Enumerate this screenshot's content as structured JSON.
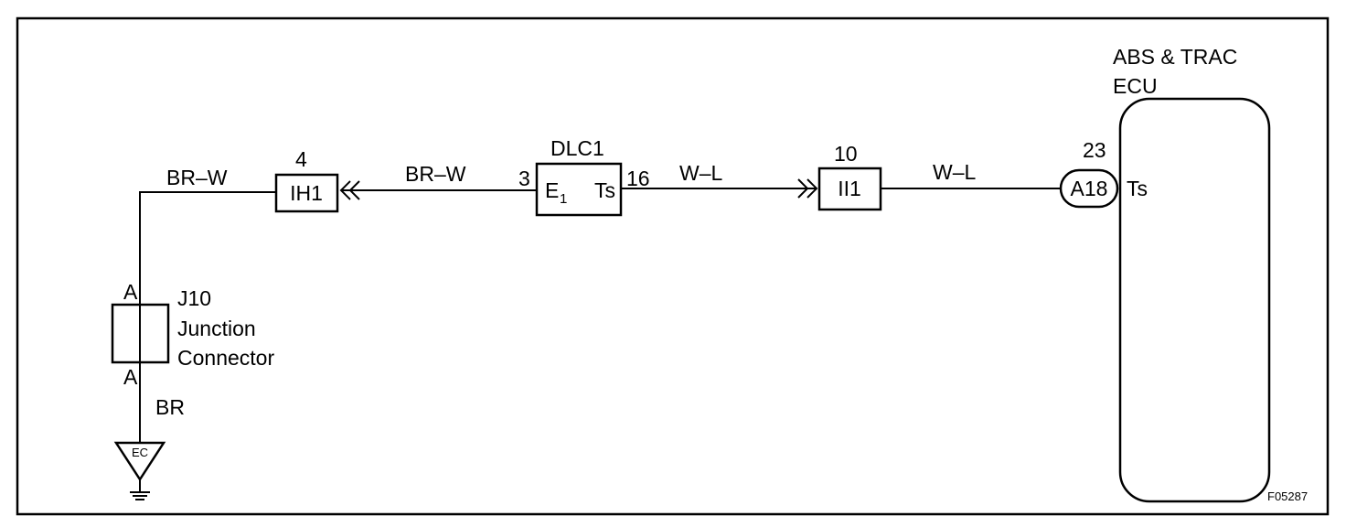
{
  "ecu": {
    "name_line1": "ABS & TRAC",
    "name_line2": "ECU",
    "connector": "A18",
    "pin": "23",
    "terminal": "Ts"
  },
  "dlc1": {
    "name": "DLC1",
    "pin_e1": "3",
    "pin_ts": "16",
    "terminal_e": "E",
    "terminal_e_sub": "1",
    "terminal_ts": "Ts"
  },
  "ih1": {
    "name": "IH1",
    "pin": "4"
  },
  "ii1": {
    "name": "II1",
    "pin": "10"
  },
  "j10": {
    "id": "J10",
    "line1": "Junction",
    "line2": "Connector",
    "pin_top": "A",
    "pin_bottom": "A"
  },
  "wires": {
    "br_w_left": "BR–W",
    "br_w_right": "BR–W",
    "w_l_left": "W–L",
    "w_l_right": "W–L",
    "br": "BR"
  },
  "ground": {
    "label": "EC"
  },
  "figure_id": "F05287"
}
